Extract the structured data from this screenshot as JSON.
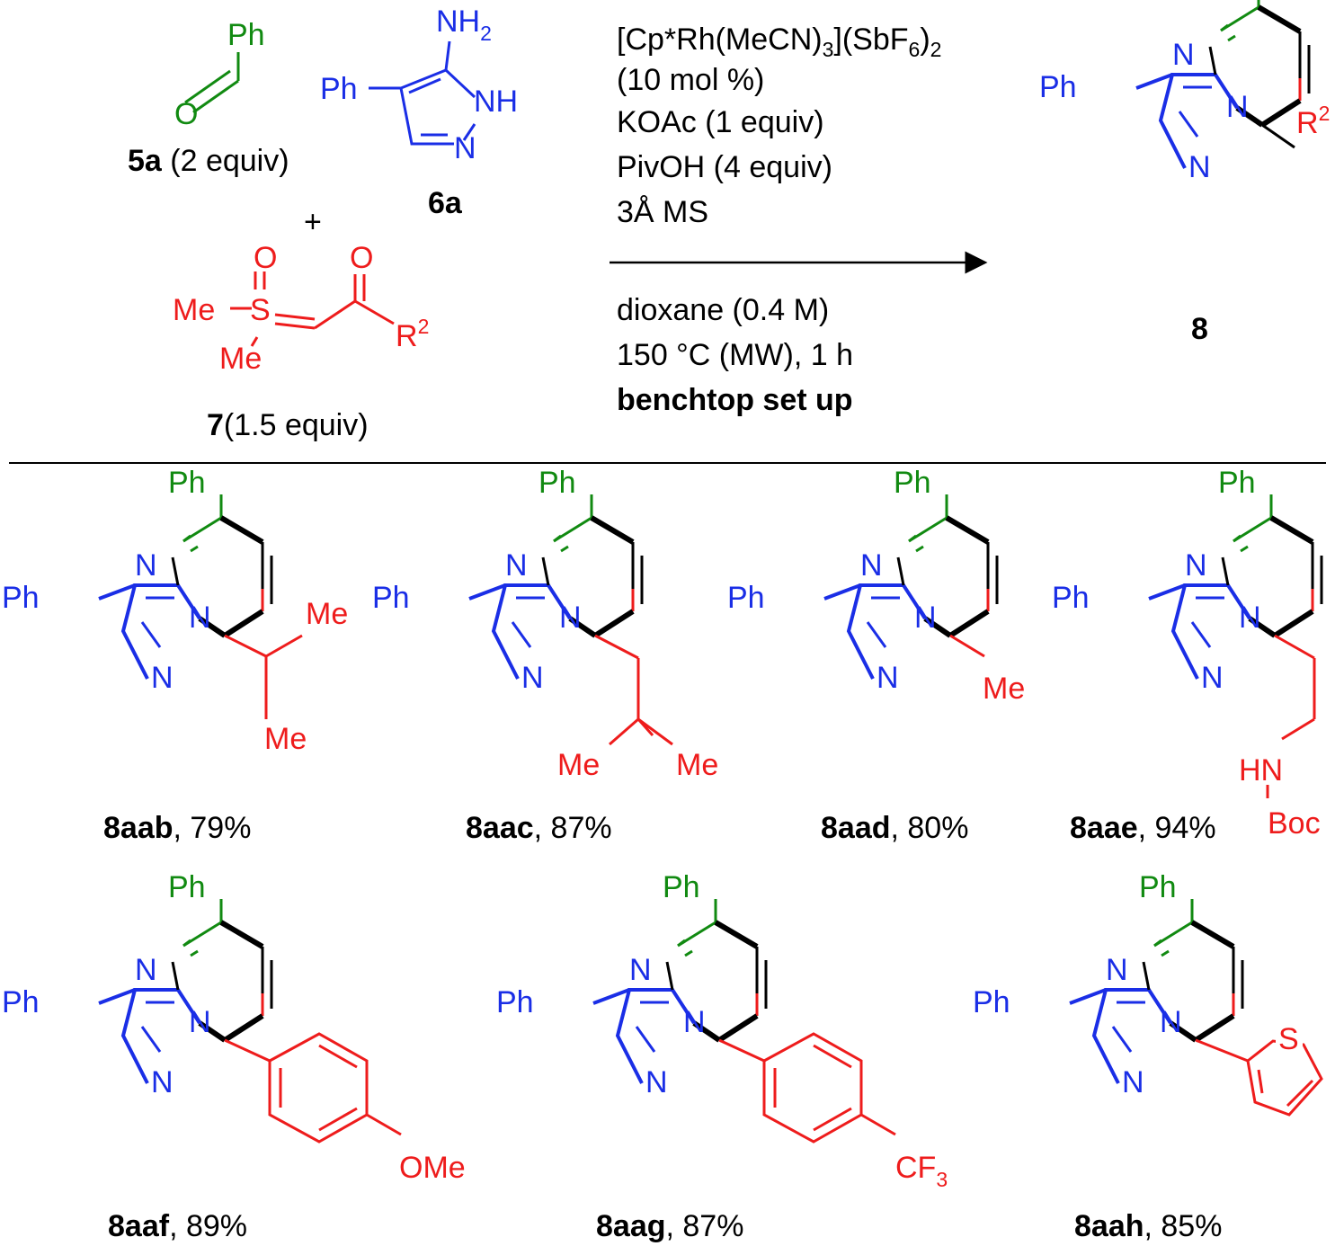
{
  "colors": {
    "blue": "#1a2ee6",
    "green": "#118a11",
    "red": "#ee1c1c",
    "black": "#000000"
  },
  "labels": {
    "ph": "Ph",
    "o": "O",
    "n": "N",
    "nh": "NH",
    "nh2": "NH",
    "two": "2",
    "me": "Me",
    "s": "S",
    "r2": "R",
    "sup2": "2",
    "plus": "+",
    "hn": "HN",
    "boc": "Boc",
    "ome": "OMe",
    "cf": "CF",
    "three": "3"
  },
  "reactants": {
    "r5a": {
      "id": "5a",
      "equiv": " (2 equiv)"
    },
    "r6a": {
      "id": "6a"
    },
    "r7": {
      "id": "7",
      "equiv": "(1.5 equiv)"
    }
  },
  "conditions": {
    "catalyst": {
      "a": "[Cp*Rh(MeCN)",
      "b": "3",
      "c": "](SbF",
      "d": "6",
      "e": ")",
      "f": "2"
    },
    "loading": "(10 mol %)",
    "base": "KOAc (1 equiv)",
    "acid": "PivOH (4 equiv)",
    "additive": "3Å MS",
    "solvent": "dioxane (0.4 M)",
    "temp": "150 °C (MW), 1 h",
    "setup": "benchtop set up"
  },
  "product": {
    "id": "8"
  },
  "products": [
    {
      "id": "8aab",
      "yield": ", 79%"
    },
    {
      "id": "8aac",
      "yield": ", 87%"
    },
    {
      "id": "8aad",
      "yield": ", 80%"
    },
    {
      "id": "8aae",
      "yield": ", 94%"
    },
    {
      "id": "8aaf",
      "yield": ", 89%"
    },
    {
      "id": "8aag",
      "yield": ", 87%"
    },
    {
      "id": "8aah",
      "yield": ", 85%"
    }
  ]
}
